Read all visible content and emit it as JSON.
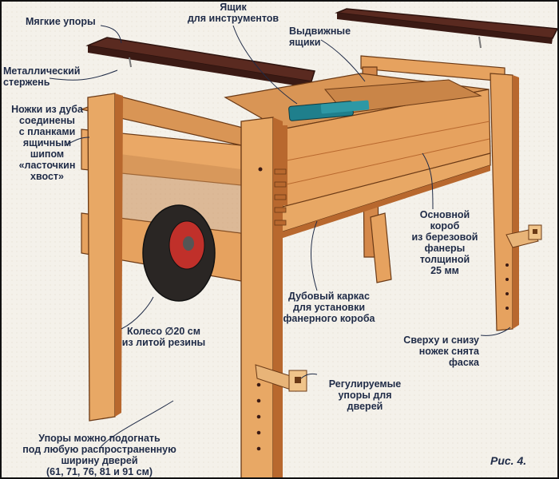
{
  "figure_label": "Рис. 4.",
  "labels": {
    "soft_stops": "Мягкие упоры",
    "tool_box": "Ящик\nдля инструментов",
    "drawers": "Выдвижные\nящики",
    "metal_rod": "Металлический\nстержень",
    "oak_legs": "Ножки из дуба\nсоединены\nс планками\nящичным\nшипом\n«ласточкин\nхвост»",
    "main_box": "Основной\nкороб\nиз березовой\nфанеры\nтолщиной\n25 мм",
    "oak_frame": "Дубовый каркас\nдля установки\nфанерного короба",
    "wheel": "Колесо ∅20 см\nиз литой резины",
    "chamfer": "Сверху и снизу\nножек снята\nфаска",
    "adjustable_stops": "Регулируемые\nупоры для\nдверей",
    "door_widths": "Упоры можно подогнать\nпод любую распространенную\nширину дверей\n(61, 71, 76, 81 и 91 см)"
  },
  "colors": {
    "wood": "#e6a25f",
    "wood_dark": "#c97a3a",
    "pad": "#5a2a20",
    "rubber": "#2a2624",
    "hub": "#c0302a",
    "tool": "#1f7f8c",
    "text": "#1f2b47"
  }
}
